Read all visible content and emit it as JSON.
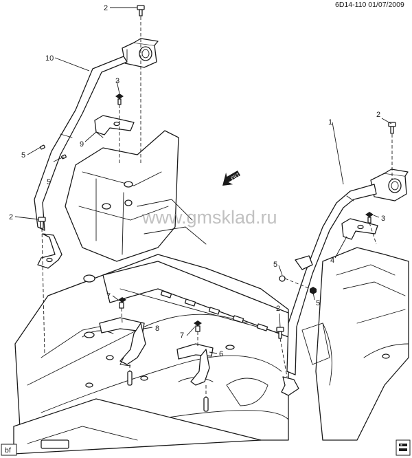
{
  "header": {
    "code": "6D14-110 01/07/2009"
  },
  "watermark": {
    "text": "www.gmsklad.ru"
  },
  "badges": {
    "bottom_left": "bf"
  },
  "icons": {
    "front_arrow": "front-arrow-icon",
    "front_arrow_text": "FRT",
    "corner_logo": "logo-icon"
  },
  "callouts": {
    "c1": "1",
    "c2a": "2",
    "c2b": "2",
    "c2c": "2",
    "c2d": "2",
    "c3a": "3",
    "c3b": "3",
    "c4": "4",
    "c5a": "5",
    "c5b": "5",
    "c5c": "5",
    "c5d": "5",
    "c6": "6",
    "c7a": "7",
    "c7b": "7",
    "c8": "8",
    "c9": "9",
    "c10": "10"
  }
}
